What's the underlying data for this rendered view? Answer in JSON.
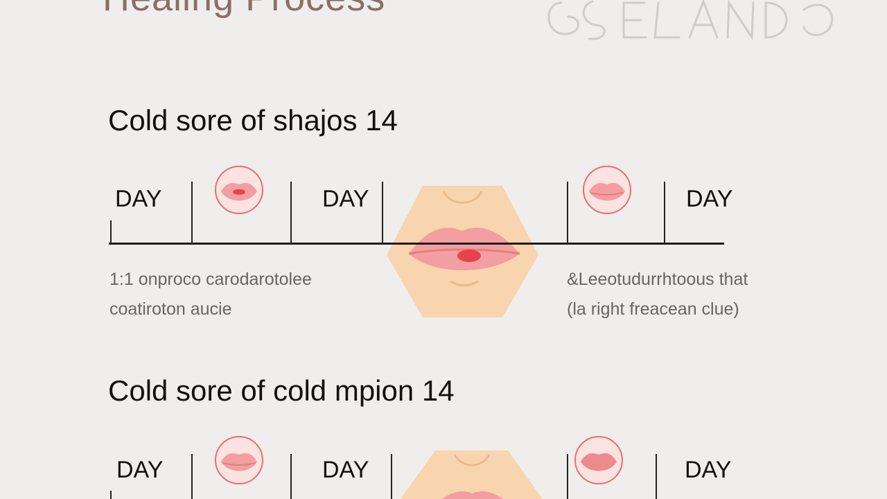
{
  "page": {
    "title": "Healing Process",
    "accent_colors": {
      "skin": "#f8d2a8",
      "lip": "#f39ea0",
      "sore": "#e8414f",
      "badge_ring": "#e86e6e",
      "background": "#efeeec"
    }
  },
  "sections": [
    {
      "heading": "Cold sore of shajos 14",
      "days": [
        "DAY",
        "DAY",
        "DAY"
      ],
      "captions": {
        "left": [
          "1:1 onproco carodarotolee",
          "coatiroton aucie"
        ],
        "right": [
          "&Leeotudurrhtoous that",
          "(la right freacean clue)"
        ]
      }
    },
    {
      "heading": "Cold sore of  cold mpion 14",
      "days": [
        "DAY",
        "DAY",
        "DAY"
      ]
    }
  ]
}
